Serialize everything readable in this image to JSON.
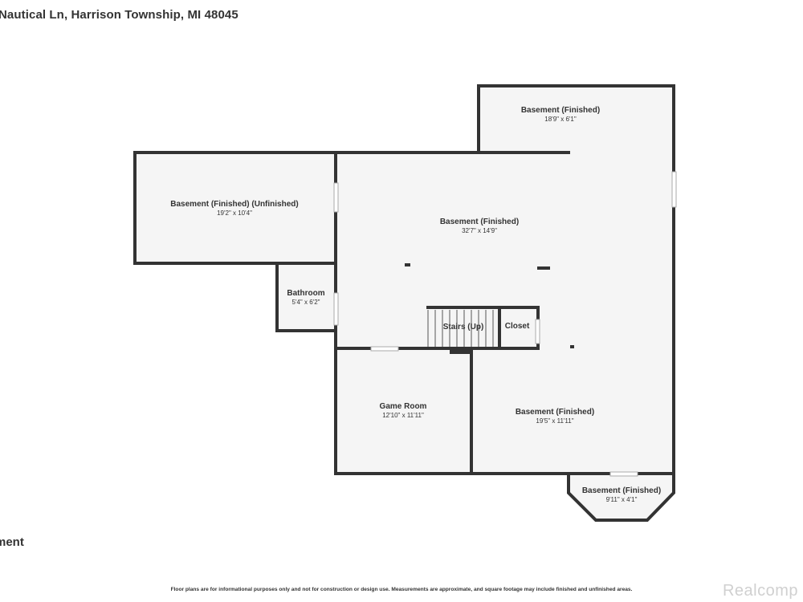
{
  "header": {
    "address": "Nautical Ln, Harrison Township, MI 48045"
  },
  "level_label": "ment",
  "rooms": [
    {
      "name": "Basement (Finished)",
      "dims": "18'9\" x 6'1\""
    },
    {
      "name": "Basement (Finished) (Unfinished)",
      "dims": "19'2\" x 10'4\""
    },
    {
      "name": "Basement (Finished)",
      "dims": "32'7\" x 14'9\""
    },
    {
      "name": "Bathroom",
      "dims": "5'4\" x 6'2\""
    },
    {
      "name": "Stairs (Up)",
      "dims": ""
    },
    {
      "name": "Closet",
      "dims": ""
    },
    {
      "name": "Game Room",
      "dims": "12'10\" x 11'11\""
    },
    {
      "name": "Basement (Finished)",
      "dims": "19'5\" x 11'11\""
    },
    {
      "name": "Basement (Finished)",
      "dims": "9'11\" x 4'1\""
    }
  ],
  "footer": {
    "disclaimer": "Floor plans are for informational purposes only and not for construction or design use. Measurements are approximate, and square footage may include finished and unfinished areas.",
    "watermark": "Realcomp"
  },
  "colors": {
    "wall": "#333333",
    "floor": "#f5f5f5",
    "door": "#ffffff"
  }
}
